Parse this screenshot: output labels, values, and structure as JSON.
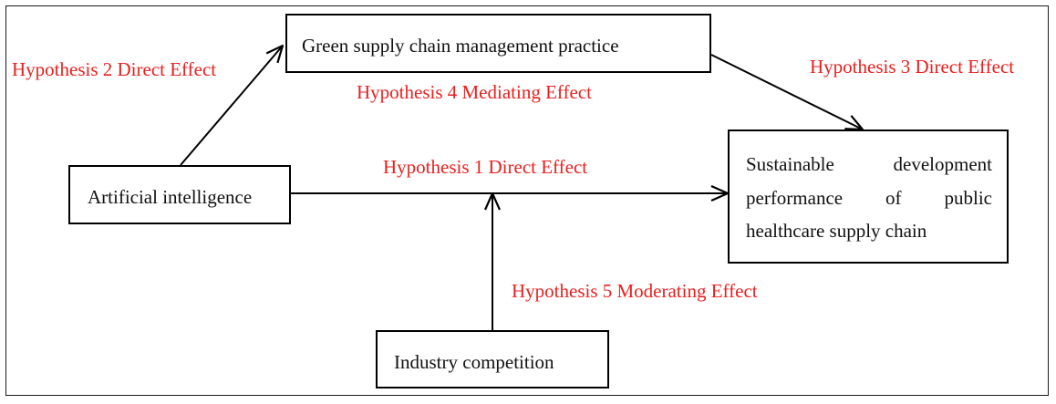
{
  "nodes": {
    "green_supply_chain": "Green supply chain management practice",
    "artificial_intelligence": "Artificial intelligence",
    "industry_competition": "Industry competition",
    "sustainable_development": {
      "line1": [
        "Sustainable",
        "development"
      ],
      "line2": [
        "performance",
        "of",
        "public"
      ],
      "line3": "healthcare supply chain"
    }
  },
  "hypotheses": {
    "h1": "Hypothesis 1 Direct Effect",
    "h2": "Hypothesis 2 Direct Effect",
    "h3": "Hypothesis 3 Direct Effect",
    "h4": "Hypothesis 4 Mediating Effect",
    "h5": "Hypothesis 5 Moderating Effect"
  },
  "colors": {
    "hypothesis_text": "#e8201f",
    "lines": "#000000"
  }
}
